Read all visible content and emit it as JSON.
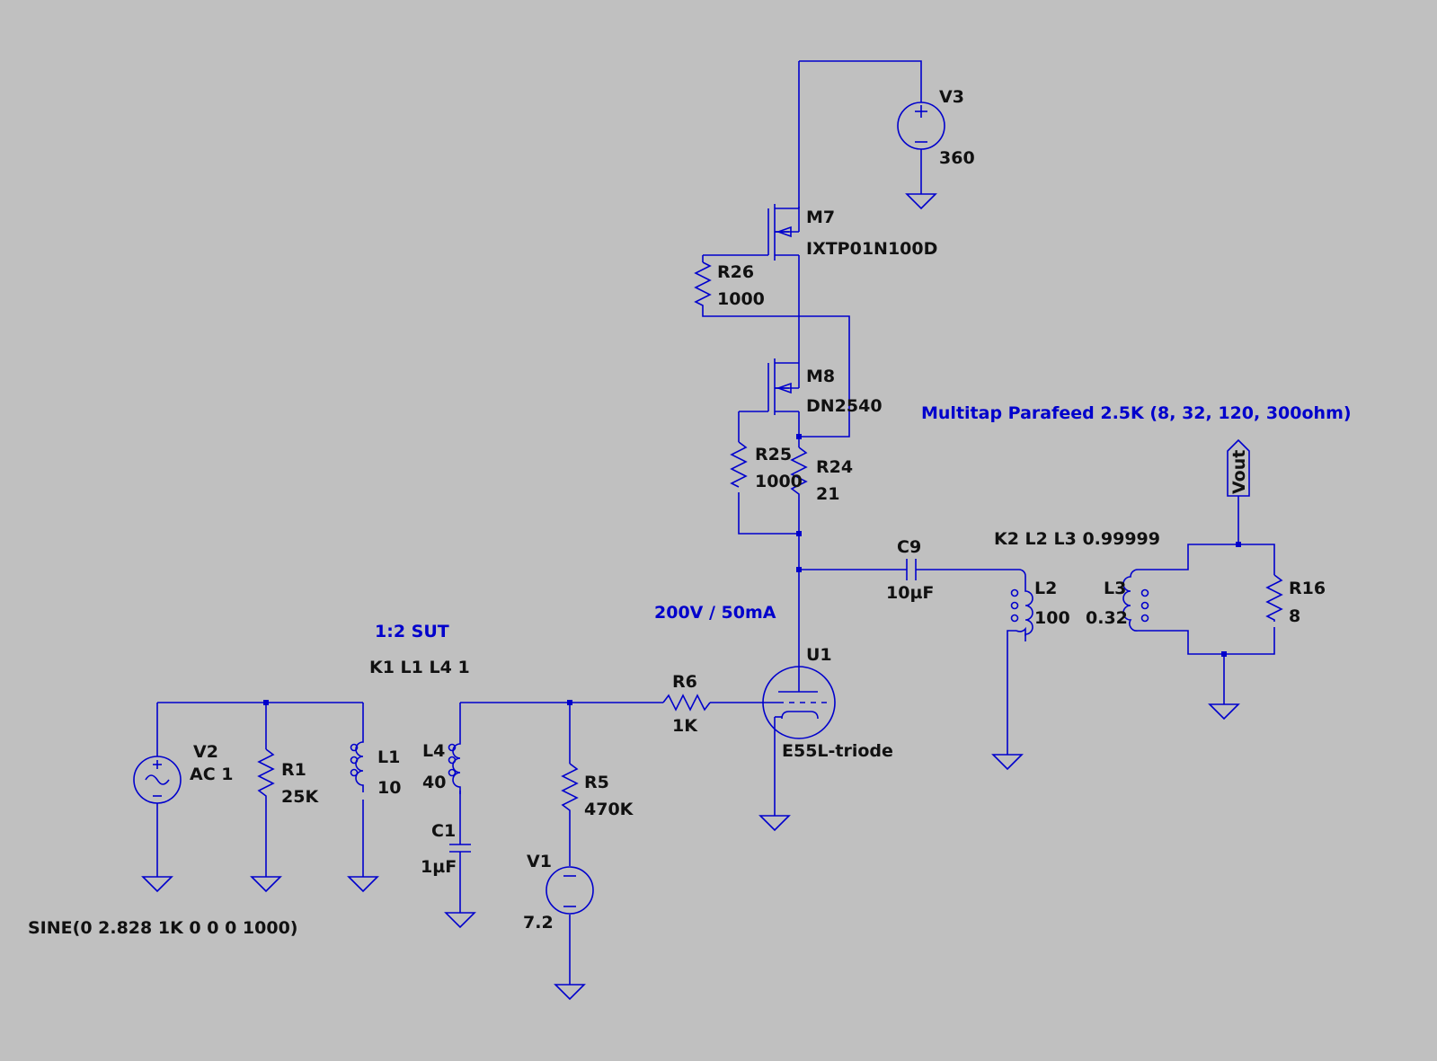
{
  "colors": {
    "background": "#c0c0c0",
    "wire": "#0000cc",
    "label": "#111111",
    "comment": "#0000cc"
  },
  "components": {
    "V3": {
      "name": "V3",
      "value": "360"
    },
    "M7": {
      "name": "M7",
      "value": "IXTP01N100D"
    },
    "R26": {
      "name": "R26",
      "value": "1000"
    },
    "M8": {
      "name": "M8",
      "value": "DN2540"
    },
    "R25": {
      "name": "R25",
      "value": "1000"
    },
    "R24": {
      "name": "R24",
      "value": "21"
    },
    "C9": {
      "name": "C9",
      "value": "10µF"
    },
    "L2": {
      "name": "L2",
      "value": "100"
    },
    "L3": {
      "name": "L3",
      "value": "0.32"
    },
    "R16": {
      "name": "R16",
      "value": "8"
    },
    "U1": {
      "name": "U1",
      "value": "E55L-triode"
    },
    "R6": {
      "name": "R6",
      "value": "1K"
    },
    "V2": {
      "name": "V2",
      "value": "AC 1"
    },
    "R1": {
      "name": "R1",
      "value": "25K"
    },
    "L1": {
      "name": "L1",
      "value": "10"
    },
    "L4": {
      "name": "L4",
      "value": "40"
    },
    "C1": {
      "name": "C1",
      "value": "1µF"
    },
    "R5": {
      "name": "R5",
      "value": "470K"
    },
    "V1": {
      "name": "V1",
      "value": "7.2"
    }
  },
  "directives": {
    "k2": "K2 L2 L3 0.99999",
    "k1": "K1 L1 L4 1",
    "sine": "SINE(0 2.828 1K 0 0 0 1000)"
  },
  "comments": {
    "multitap": "Multitap Parafeed 2.5K (8, 32, 120, 300ohm)",
    "operating_point": "200V / 50mA",
    "sut": "1:2 SUT"
  },
  "port": {
    "label": "Vout"
  }
}
